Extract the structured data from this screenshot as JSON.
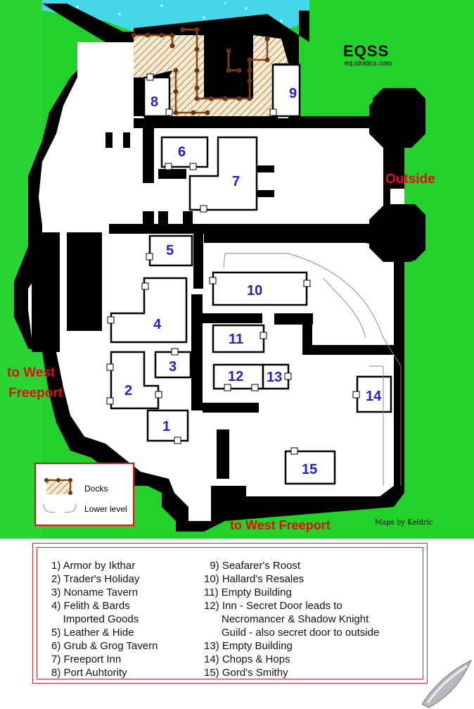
{
  "brand": {
    "logo": "EQSS",
    "url": "eq.stratics.com"
  },
  "credit": "Maps by Keldric",
  "exits": {
    "outside": "Outside",
    "west_left_line1": "to West",
    "west_left_line2": "Freeport",
    "west_bottom": "to West Freeport"
  },
  "map_legend": {
    "docks": "Docks",
    "lower_level": "Lower level"
  },
  "labels": [
    "1",
    "2",
    "3",
    "4",
    "5",
    "6",
    "7",
    "8",
    "9",
    "10",
    "11",
    "12",
    "13",
    "14",
    "15"
  ],
  "locations_left": [
    "1) Armor by Ikthar",
    "2) Trader's Holiday",
    "3) Noname Tavern",
    "4) Felith & Bards",
    "    Imported Goods",
    "5) Leather & Hide",
    "6) Grub & Grog Tavern",
    "7) Freeport Inn",
    "8) Port Auhtority"
  ],
  "locations_right": [
    "  9) Seafarer's Roost",
    "10) Hallard's Resales",
    "11) Empty Building",
    "12) Inn - Secret Door leads to",
    "      Necromancer & Shadow Knight",
    "      Guild - also secret door to outside",
    "13) Empty Building",
    "14) Chops & Hops",
    "15) Gord's Smithy"
  ],
  "colors": {
    "grass": "#22d12a",
    "water": "#3fd3e8",
    "wall": "#000000",
    "floor": "#ffffff",
    "label": "#2020cc",
    "exit": "#e01010",
    "dock": "#8b4513"
  }
}
